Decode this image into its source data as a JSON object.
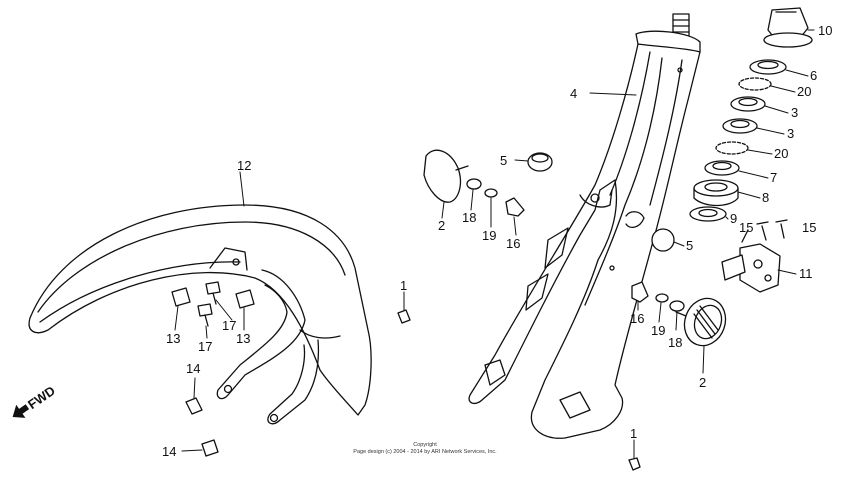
{
  "callouts": {
    "c1a": "1",
    "c1b": "1",
    "c2a": "2",
    "c2b": "2",
    "c3a": "3",
    "c3b": "3",
    "c4": "4",
    "c5a": "5",
    "c5b": "5",
    "c6": "6",
    "c7": "7",
    "c8": "8",
    "c9": "9",
    "c10": "10",
    "c11": "11",
    "c12": "12",
    "c13a": "13",
    "c13b": "13",
    "c14a": "14",
    "c14b": "14",
    "c15a": "15",
    "c15b": "15",
    "c16a": "16",
    "c16b": "16",
    "c17a": "17",
    "c17b": "17",
    "c18a": "18",
    "c18b": "18",
    "c19a": "19",
    "c19b": "19",
    "c20a": "20",
    "c20b": "20"
  },
  "fwd_label": "FWD",
  "copyright": {
    "line1": "Copyright",
    "line2": "Page design (c) 2004 - 2014 by ARI Network Services, Inc."
  }
}
